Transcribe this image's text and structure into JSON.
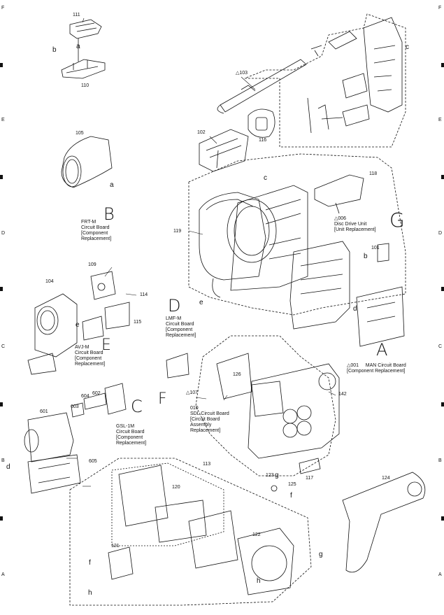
{
  "parts": {
    "p111": "111",
    "p110": "110",
    "p105": "105",
    "p102": "102",
    "p116": "116",
    "p103": "△103",
    "p118": "118",
    "p119": "119",
    "p101": "101",
    "p104": "104",
    "p109": "109",
    "p114": "114",
    "p115": "115",
    "p126": "126",
    "p107": "△107",
    "p142": "142",
    "p601": "601",
    "p603": "603",
    "p604": "604",
    "p602": "602",
    "p605": "605",
    "p113": "113",
    "p120": "120",
    "p121": "121",
    "p122": "122",
    "p123": "123",
    "p125": "125",
    "p117": "117",
    "p124": "124"
  },
  "boards": {
    "frt": "FRT-M\nCircuit Board\n[Component\nReplacement]",
    "lmf": "LMF-M\nCircuit Board\n[Component\nReplacement]",
    "avj": "AVJ-M\nCircuit Board\n[Component\nReplacement]",
    "gsl": "GSL-1M\nCircuit Board\n[Component\nReplacement]",
    "sdl": "010\nSDL Circuit Board\n[Circuit Board\nAssembly\nReplacement]",
    "disc": "△006\nDisc Drive Unit\n[Unit Replacement]",
    "man": "△001     MAN Circuit Board\n[Component Replacement]"
  },
  "big_letters": {
    "B": "B",
    "D": "D",
    "E": "E",
    "C": "C",
    "F": "F",
    "G": "G",
    "A": "A"
  },
  "ref_letters": {
    "b1": "b",
    "a1": "a",
    "a2": "a",
    "c1": "c",
    "b2": "b",
    "e1": "e",
    "d1": "d",
    "e2": "e",
    "d2": "d",
    "g1": "g",
    "f1": "f",
    "f2": "f",
    "h1": "h",
    "h2": "h",
    "g2": "g",
    "c2": "c"
  },
  "edge_letters": {
    "F_l": "F",
    "E_l": "E",
    "D_l": "D",
    "C_l": "C",
    "B_l": "B",
    "A_l": "A",
    "F_r": "F",
    "E_r": "E",
    "D_r": "D",
    "C_r": "C",
    "B_r": "B",
    "A_r": "A"
  },
  "colors": {
    "line": "#111111",
    "background": "#ffffff"
  }
}
